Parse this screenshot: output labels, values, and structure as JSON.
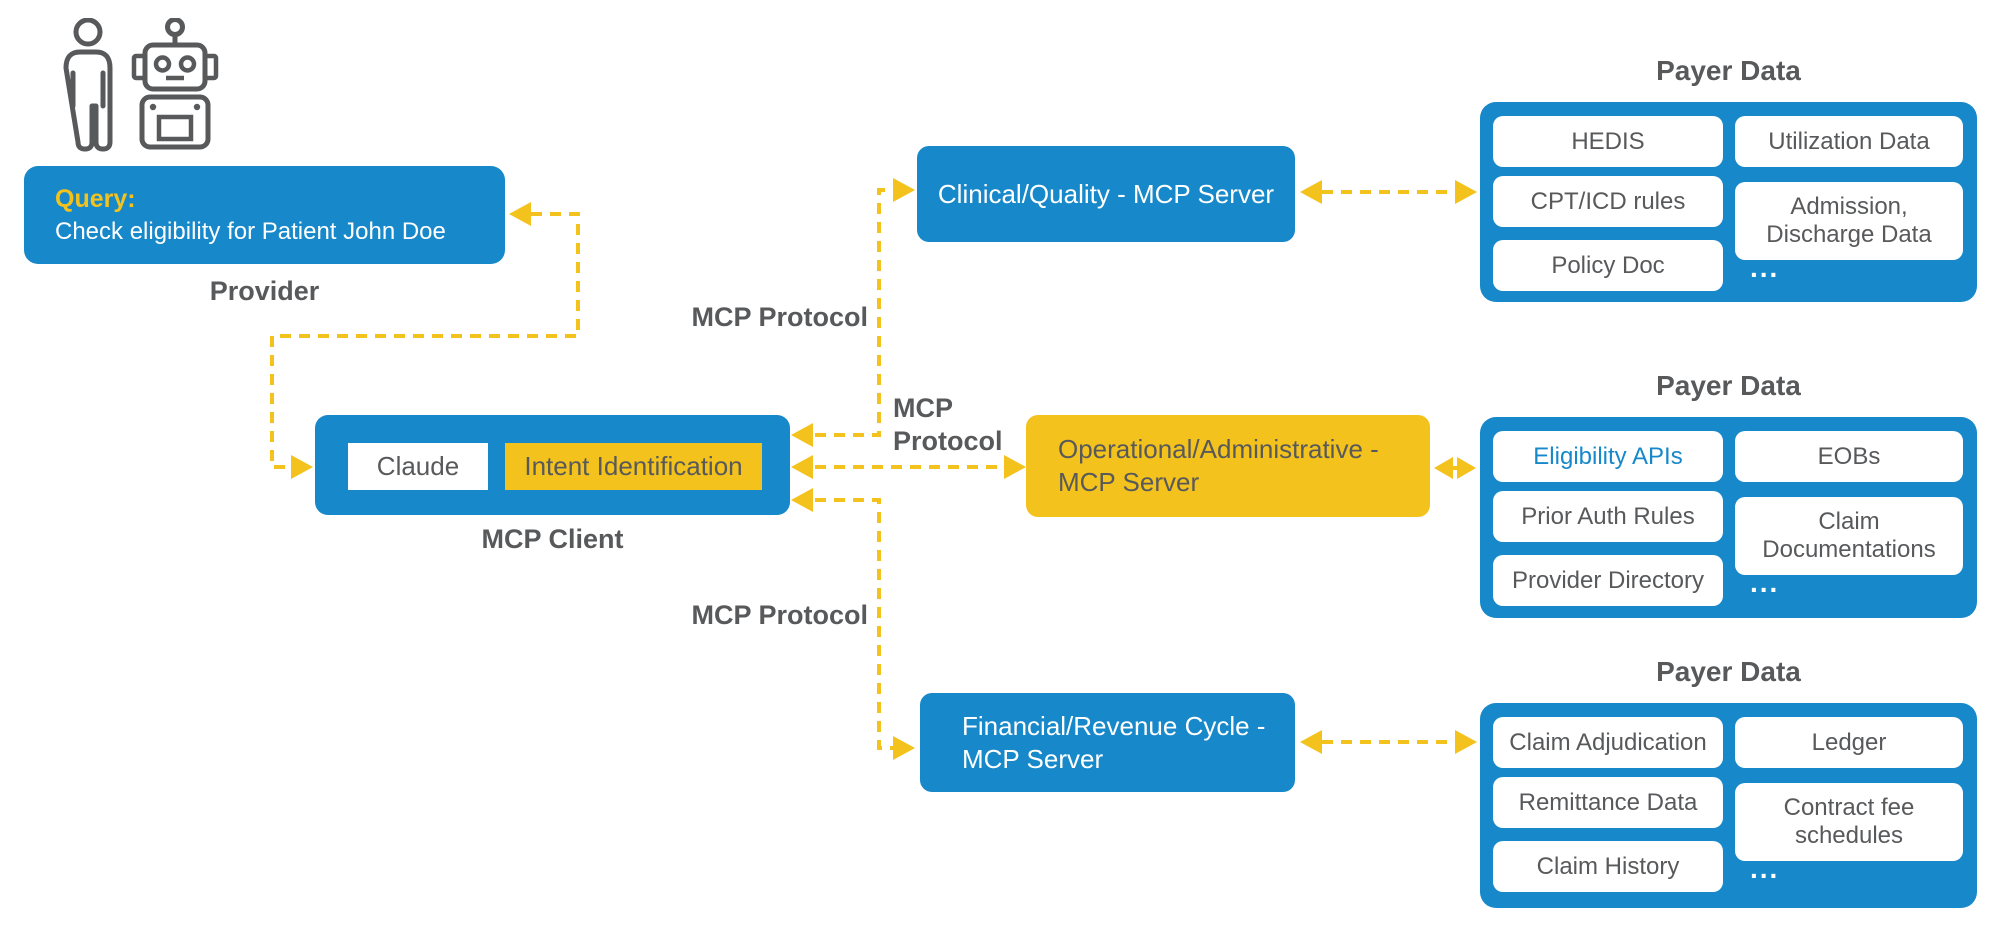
{
  "colors": {
    "blue": "#1788c9",
    "yellow": "#f4c21c",
    "text_gray": "#58595b",
    "highlight_text": "#1788c9"
  },
  "provider": {
    "query_label": "Query:",
    "query_text": "Check eligibility for Patient John Doe",
    "caption": "Provider",
    "icons": {
      "user": "person-icon",
      "assistant": "robot-icon"
    }
  },
  "client": {
    "model_label": "Claude",
    "intent_label": "Intent Identification",
    "caption": "MCP Client"
  },
  "protocol_labels": {
    "top": "MCP Protocol",
    "middle_line1": "MCP",
    "middle_line2": "Protocol",
    "bottom": "MCP Protocol"
  },
  "servers": {
    "clinical": {
      "label": "Clinical/Quality - MCP Server"
    },
    "operational": {
      "line1": "Operational/Administrative -",
      "line2": "MCP Server"
    },
    "financial": {
      "line1": "Financial/Revenue Cycle -",
      "line2": "MCP Server"
    }
  },
  "payer_groups": [
    {
      "title": "Payer Data",
      "pills": {
        "left": [
          "HEDIS",
          "CPT/ICD rules",
          "Policy Doc"
        ],
        "right": [
          "Utilization Data",
          "Admission, Discharge Data"
        ],
        "more": "..."
      }
    },
    {
      "title": "Payer Data",
      "pills": {
        "left": [
          "Eligibility APIs",
          "Prior Auth Rules",
          "Provider Directory"
        ],
        "right": [
          "EOBs",
          "Claim Documentations"
        ],
        "more": "..."
      }
    },
    {
      "title": "Payer Data",
      "pills": {
        "left": [
          "Claim Adjudication",
          "Remittance Data",
          "Claim History"
        ],
        "right": [
          "Ledger",
          "Contract fee schedules"
        ],
        "more": "..."
      }
    }
  ]
}
